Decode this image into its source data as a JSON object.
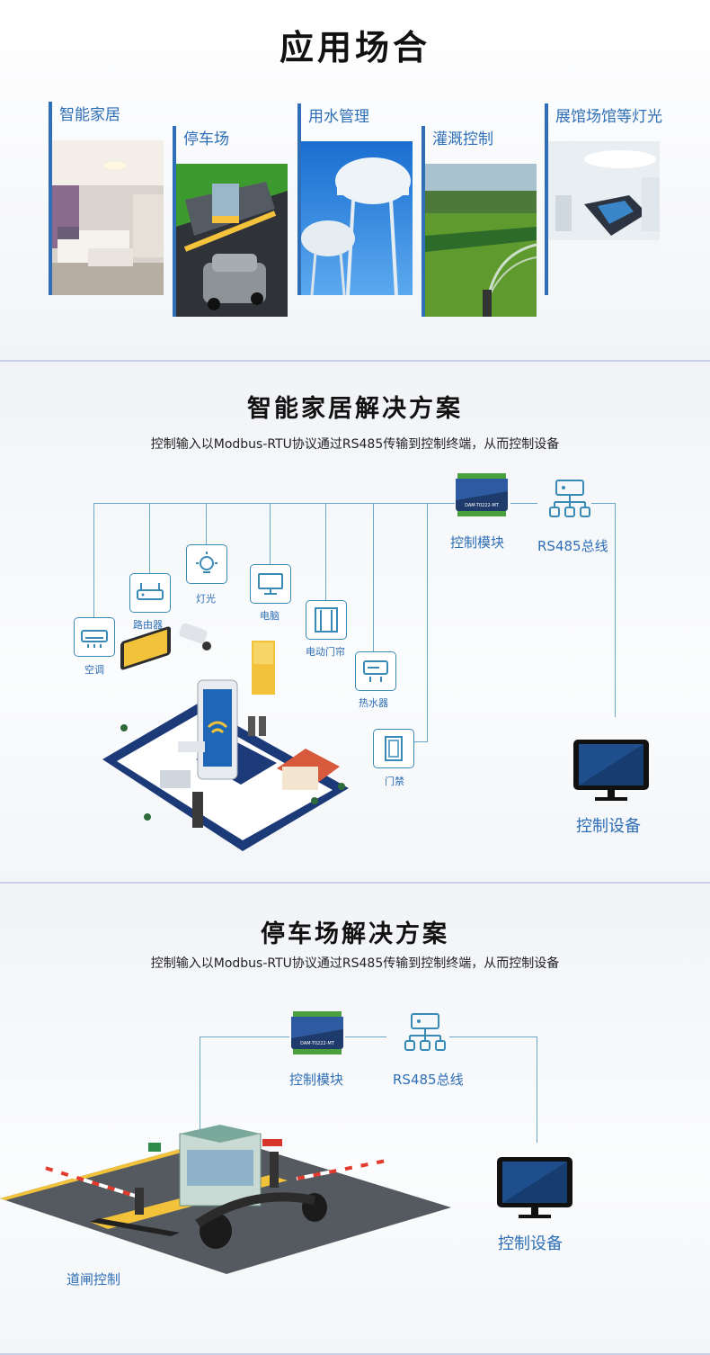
{
  "section1": {
    "title": "应用场合",
    "cards": [
      {
        "label": "智能家居",
        "icon": "bedroom-photo"
      },
      {
        "label": "停车场",
        "icon": "parking-lot-photo"
      },
      {
        "label": "用水管理",
        "icon": "water-tower-photo"
      },
      {
        "label": "灌溉控制",
        "icon": "sprinkler-photo"
      },
      {
        "label": "展馆场馆等灯光",
        "icon": "exhibition-hall-photo"
      }
    ]
  },
  "section2": {
    "title": "智能家居解决方案",
    "subtitle": "控制输入以Modbus-RTU协议通过RS485传输到控制终端，从而控制设备",
    "devices": {
      "ac": "空调",
      "router": "路由器",
      "light": "灯光",
      "computer": "电脑",
      "curtain": "电动门帘",
      "heater": "热水器",
      "door": "门禁"
    },
    "module_label": "控制模块",
    "module_text": "DAM-T0222-MT",
    "bus_label": "RS485总线",
    "device_label": "控制设备"
  },
  "section3": {
    "title": "停车场解决方案",
    "subtitle": "控制输入以Modbus-RTU协议通过RS485传输到控制终端，从而控制设备",
    "module_label": "控制模块",
    "module_text": "DAM-T0222-MT",
    "bus_label": "RS485总线",
    "device_label": "控制设备",
    "gate_label": "道闸控制"
  },
  "colors": {
    "accent": "#2e6fb7",
    "line": "#6aa7c9",
    "divider": "#c8d0e6"
  }
}
